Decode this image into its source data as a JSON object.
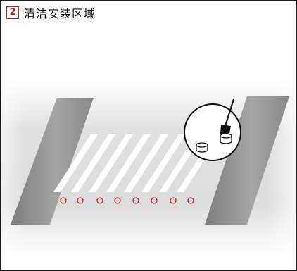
{
  "header": {
    "step_number": "2",
    "title": "清洁安装区域"
  },
  "colors": {
    "accent_red": "#d11b1b",
    "surface_gray": "#dcdcdc",
    "strip_gray": "#8e8e8e",
    "crosswalk_white": "#ffffff",
    "text": "#111111"
  },
  "diagram": {
    "crosswalk_stripe_count": 8,
    "marker_circle_count": 8,
    "zoom_inset_items": [
      "glue-brush-icon",
      "glue-bottle-icon",
      "small-container-icon"
    ]
  }
}
